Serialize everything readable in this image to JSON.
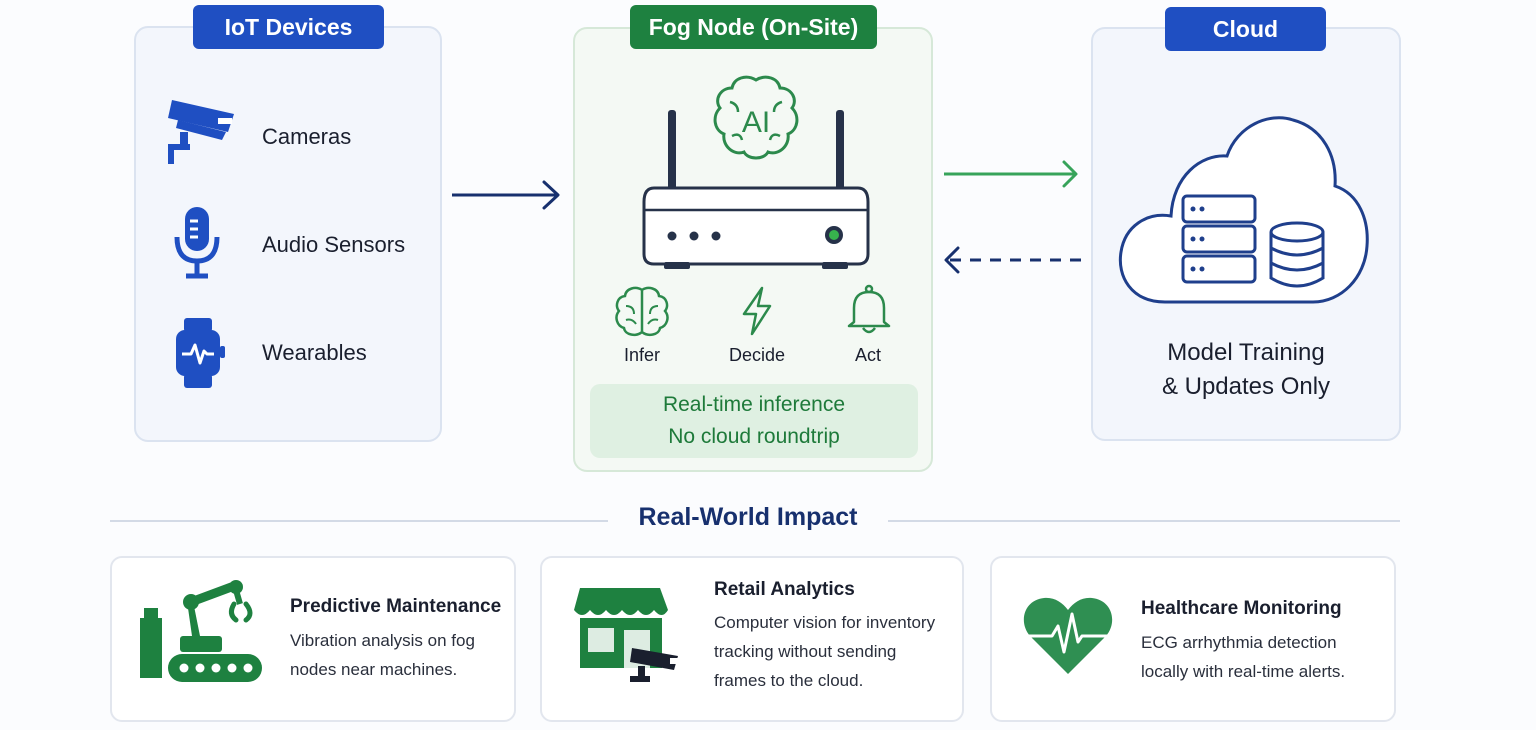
{
  "iot": {
    "title": "IoT Devices",
    "devices": [
      {
        "label": "Cameras",
        "icon": "security-camera-icon"
      },
      {
        "label": "Audio Sensors",
        "icon": "microphone-icon"
      },
      {
        "label": "Wearables",
        "icon": "smartwatch-icon"
      }
    ]
  },
  "fog": {
    "title": "Fog Node (On-Site)",
    "ai_badge": "AI",
    "steps": [
      {
        "label": "Infer",
        "icon": "brain-icon"
      },
      {
        "label": "Decide",
        "icon": "lightning-icon"
      },
      {
        "label": "Act",
        "icon": "bell-icon"
      }
    ],
    "note_line1": "Real-time inference",
    "note_line2": "No cloud roundtrip"
  },
  "cloud": {
    "title": "Cloud",
    "caption_line1": "Model Training",
    "caption_line2": "& Updates Only"
  },
  "impact": {
    "title": "Real-World Impact",
    "cards": [
      {
        "title": "Predictive Maintenance",
        "desc_lines": [
          "Vibration analysis on fog",
          "nodes near machines."
        ],
        "icon": "robot-arm-conveyor-icon"
      },
      {
        "title": "Retail Analytics",
        "desc_lines": [
          "Computer vision for inventory",
          "tracking without sending",
          "frames to the cloud."
        ],
        "icon": "storefront-camera-icon"
      },
      {
        "title": "Healthcare Monitoring",
        "desc_lines": [
          "ECG arrhythmia detection",
          "locally with real-time alerts."
        ],
        "icon": "heart-ecg-icon"
      }
    ]
  },
  "colors": {
    "blue": "#1f4fc2",
    "navy": "#17306e",
    "green": "#1e8140",
    "green_light": "#dff0e2"
  }
}
